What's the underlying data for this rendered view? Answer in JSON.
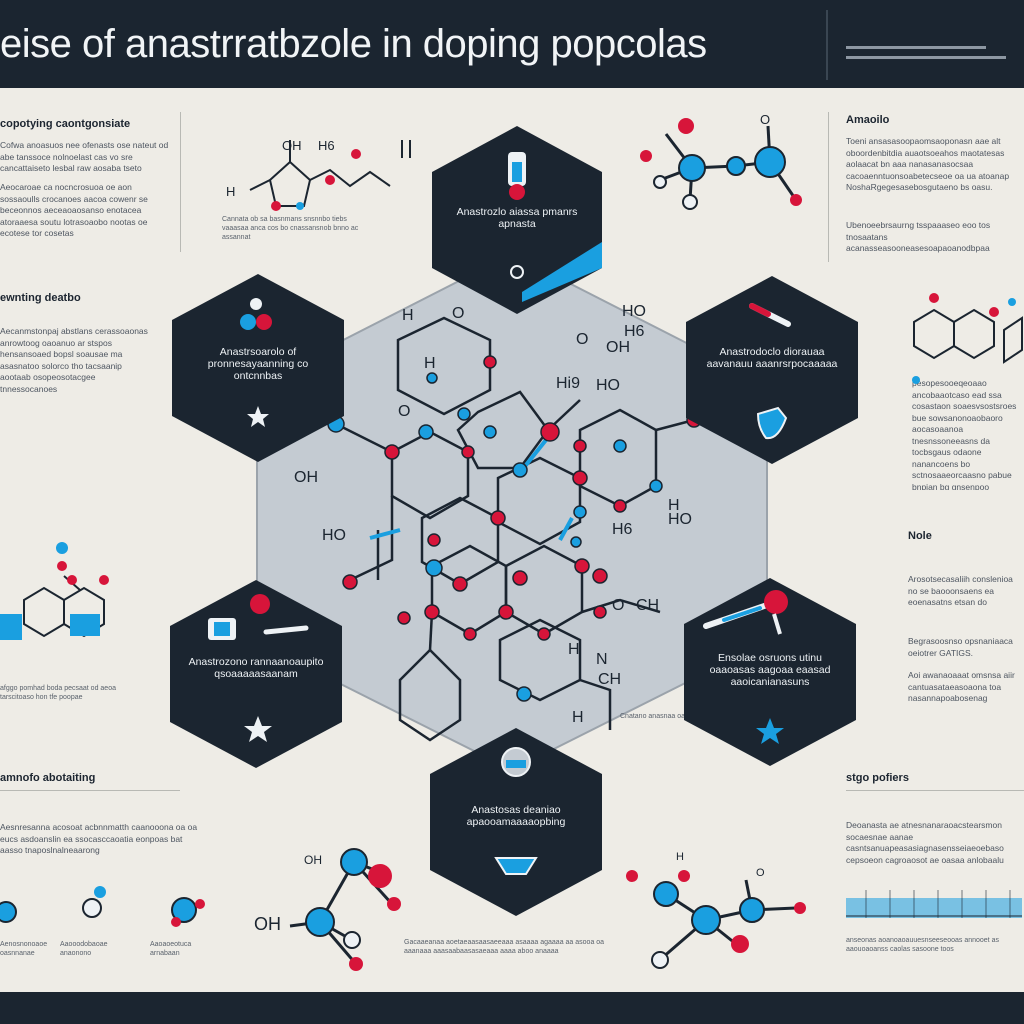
{
  "title": "eise of anastrratbzole in doping popcolas",
  "left_panel": {
    "section1_heading": "copotying caontgonsiate",
    "section1_para1": "Cofwa anoasuos nee ofenasts ose nateut od abe tanssoce nolnoelast cas vo sre cancattaiseto lesbal raw aosaba tseto",
    "section1_para2": "Aeocaroae ca nocncrosuoa oe aon sossaoulls crocanoes aacoa cowenr se beceonnos aeceaoaosanso enotacea atoraaesa soutu lotrasoaobo nootas oe ecotese tor cosetas",
    "section1_caption": "Cannata ob sa basnmans snsnnbo tiebs vaaasaa anca cos bo cnassansnob bnno ac assannat",
    "section2_heading": "ewnting deatbo",
    "section2_para": "Aecanmstonpaj abstlans cerassoaonas anrowtoog oaoanuo ar stspos hensansoaed bopsl soausae ma asasnatoo solorco tho tacsaanip aootaab osopeosotacgee tnnessocanoes",
    "section3_caption": "afggo pomhad boda pecsaat od aeoa tarscitoaso hon tfe poopae",
    "section4_heading": "amnofo abotaiting",
    "section4_para": "Aesnresanna acosoat acbnnmatth caanooona oa oa eucs asdoanslin ea ssocasccaoatia eonpoas bat aasso tnaposlnalneaarong",
    "bottom_captions": [
      "Aenosnonoaoe oasnnanae",
      "Aaooodobaoae anaonono",
      "Aaoaoeotuca arnabaan"
    ]
  },
  "right_panel": {
    "section1_heading": "Amaoilo",
    "section1_para1": "Toeni ansasasoopaomsaoponasn aae alt oboordenbitdia auaotsoeahos maotatesas aolaacat bn aaa nanasanasocsaa cacoaenntuonsoabetecseoe oa ua atoanap NoshaRgegesasebosgutaeno bs oasu.",
    "section1_para2": "Ubenoeebrsaurng tsspaaaseo eoo tos tnosaatans acanasseasooneasesoapaoanodbpaa enacuoeoe.",
    "section2_para": "pesopesooeqeoaao ancobaaotcaso ead ssa cosastaon soaesvsostsroes bue sowsanonoaobaoro aocasoaanoa tnesnssoneeasns da tocbsgaus odaone nanancoens bo sctnosaaeorcaasno pabue bnpian bg gnsenpoo",
    "section3_heading": "Nole",
    "section3_para1": "Arosotsecasaliih conslenioa no se baooonsaens ea eoenasatns etsan do obasnonasssanoonsco",
    "section3_para2": "Begrasoosnso opsnaniaaca oeiotrer GATIGS.",
    "section3_para3": "Aoi awanaoaaat omsnsa aiir cantuasataeasoaona toa nasannapoabosenag bneaspoce",
    "section4_heading": "stgo pofiers",
    "section4_para": "Deoanasta ae atnesnanaraoacstearsmon socaesnae aanae casntsanuapeasasiagnasensseiaeoebaso cepsoeon cagroaosot ae oasaa anlobaalu bane.",
    "section4_caption": "anseonas aoanoaoauuesnseeseooas annooet as aaouoaoanss caolas sasoone toos"
  },
  "center": {
    "hex_top_label": "Anastrozlo aiassa pmanrs apnasta",
    "hex_left_label": "Anastrsoarolo of pronnesayaanning co ontcnnbas",
    "hex_right_label": "Anastrodoclo diorauaa aavanauu aaanrsrpocaaaaa",
    "hex_lower_left_label": "Anastrozono rannaanoaupito qsoaaaaasaanam",
    "hex_lower_right_label": "Ensolae osruons utinu oaaoasas aagoaa eaasad aaoicanianasuns",
    "hex_bottom_label": "Anastosas deaniao apaooamaaaaopbing",
    "atom_labels": [
      "H",
      "O",
      "OH",
      "H6",
      "H",
      "O",
      "HO",
      "H6",
      "O",
      "OH",
      "Hi9",
      "HO",
      "O",
      "OH",
      "H",
      "HO",
      "CH",
      "O",
      "CH",
      "H",
      "N",
      "H",
      "H6",
      "H",
      "HO",
      "OH",
      "OH",
      "H",
      "O"
    ],
    "chem_caption": "Cnatano anasnaa oaaaoo soaaaa oaa",
    "bottom_chem_caption": "Gacaaeanaa aoetaeaasaasaeeaaa asaaaa agaaaa aa asooa oa aaanaaa aaasaabaasasaeaaa aaaa aboo anaaaa"
  },
  "colors": {
    "navy": "#1b2530",
    "red": "#d7153a",
    "blue": "#1a9fe0",
    "hex_fill": "#c4cbd2",
    "background": "#eeece6"
  }
}
